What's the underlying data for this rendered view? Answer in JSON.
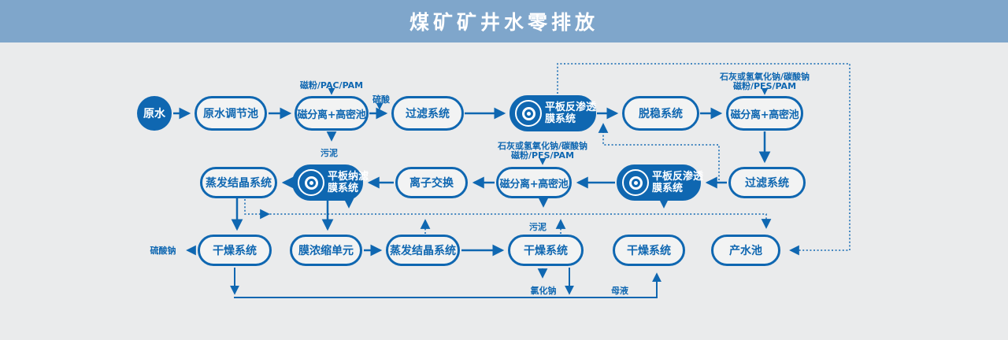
{
  "header": {
    "title": "煤矿矿井水零排放"
  },
  "colors": {
    "primary": "#0f67b1",
    "header_bg": "#7fa6cb",
    "page_bg": "#eaebec",
    "node_fill": "#f2f3f3",
    "node_text_on_fill": "#ffffff"
  },
  "nodes": {
    "raw_water": {
      "label": "原水"
    },
    "r1_regulating_tank": {
      "label": "原水调节池"
    },
    "r1_magnetic_separation": {
      "label": "磁分离+高密池"
    },
    "r1_filter": {
      "label": "过滤系统"
    },
    "r1_ro_membrane": {
      "line1": "平板反渗透",
      "line2": "膜系统"
    },
    "r1_destabilization": {
      "label": "脱稳系统"
    },
    "r1_magnetic_separation2": {
      "label": "磁分离+高密池"
    },
    "r2_filter": {
      "label": "过滤系统"
    },
    "r2_ro_membrane": {
      "line1": "平板反渗透",
      "line2": "膜系统"
    },
    "r2_magnetic_separation": {
      "label": "磁分离+高密池"
    },
    "r2_ion_exchange": {
      "label": "离子交换"
    },
    "r2_nf_membrane": {
      "line1": "平板纳滤",
      "line2": "膜系统"
    },
    "r2_evaporation": {
      "label": "蒸发结晶系统"
    },
    "r3_drying1": {
      "label": "干燥系统"
    },
    "r3_membrane_concentration": {
      "label": "膜浓缩单元"
    },
    "r3_evaporation": {
      "label": "蒸发结晶系统"
    },
    "r3_drying2": {
      "label": "干燥系统"
    },
    "r3_drying3": {
      "label": "干燥系统"
    },
    "r3_product_water_pool": {
      "label": "产水池"
    }
  },
  "annotations": {
    "magnetic_pac_pam": "磁粉/PAC/PAM",
    "sulfuric_acid": "硫酸",
    "sludge_1": "污泥",
    "lime_dosing_line1": "石灰或氢氧化钠/碳酸钠",
    "lime_dosing_line2": "磁粉/PFS/PAM",
    "sludge_2": "污泥",
    "sodium_sulfate": "硫酸钠",
    "sodium_chloride": "氯化钠",
    "mother_liquor": "母液"
  }
}
